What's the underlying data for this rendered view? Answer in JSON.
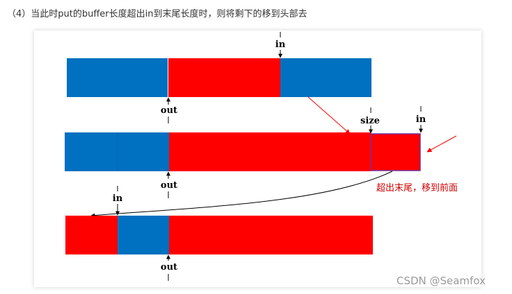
{
  "heading": "（4）当此时put的buffer长度超出in到末尾长度时，则将剩下的移到头部去",
  "labels": {
    "in": "in",
    "out": "out",
    "size": "size",
    "overflow_note": "超出末尾，移到前面"
  },
  "watermark": "CSDN @Seamfox",
  "colors": {
    "free": "#0070c0",
    "data": "#ff0000",
    "overflow_border": "#7030a0",
    "annotation": "#cc0000",
    "pointer": "#000000"
  }
}
